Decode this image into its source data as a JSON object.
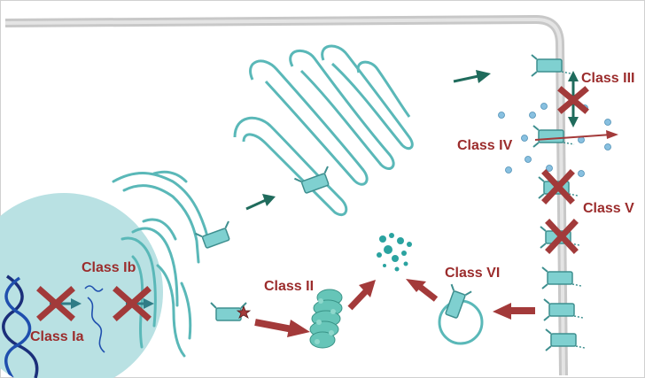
{
  "colors": {
    "label": "#9b2c2c",
    "cross": "#a23a3a",
    "arrow_red": "#a33a3a",
    "arrow_teal": "#1f6b5c",
    "organelle_stroke": "#5ab8b8",
    "protein_fill": "#7fd0d0",
    "nucleus_fill": "#b9e1e3",
    "membrane": "#c8c8c8",
    "dna_dark": "#1b2f7a",
    "dna_blue": "#1f4fae",
    "dots": "#88c0e0"
  },
  "labels": {
    "class_ia": "Class Ia",
    "class_ib": "Class Ib",
    "class_ii": "Class II",
    "class_iii": "Class III",
    "class_iv": "Class IV",
    "class_v": "Class V",
    "class_vi": "Class VI"
  },
  "icons": [
    "cross-mark-icon",
    "arrow-icon",
    "channel-protein-icon",
    "proteasome-icon",
    "dna-helix-icon",
    "mrna-icon",
    "endosome-icon",
    "star-icon",
    "degraded-fragments-icon"
  ]
}
